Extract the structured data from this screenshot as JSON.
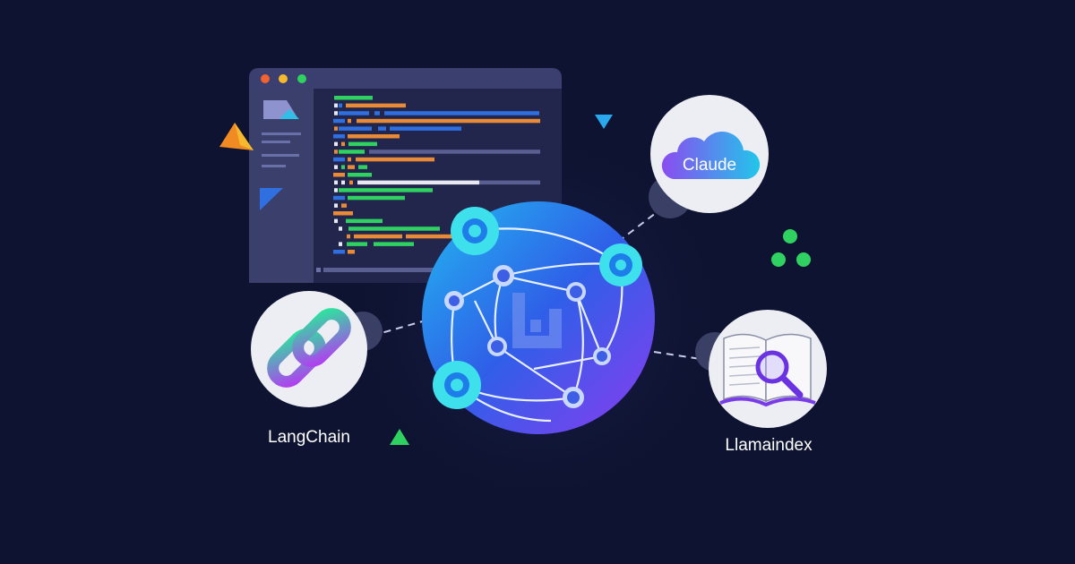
{
  "integrations": {
    "claude": {
      "label": "Claude"
    },
    "langchain": {
      "label": "LangChain"
    },
    "llamaindex": {
      "label": "Llamaindex"
    }
  },
  "colors": {
    "background": "#0e1331",
    "window": "#3a3f6e",
    "editor": "#22264d",
    "green": "#2fd160",
    "orange": "#e98a36",
    "blue": "#2f6fe0",
    "cyan": "#3ee0ec",
    "purple": "#9b4cf0"
  }
}
